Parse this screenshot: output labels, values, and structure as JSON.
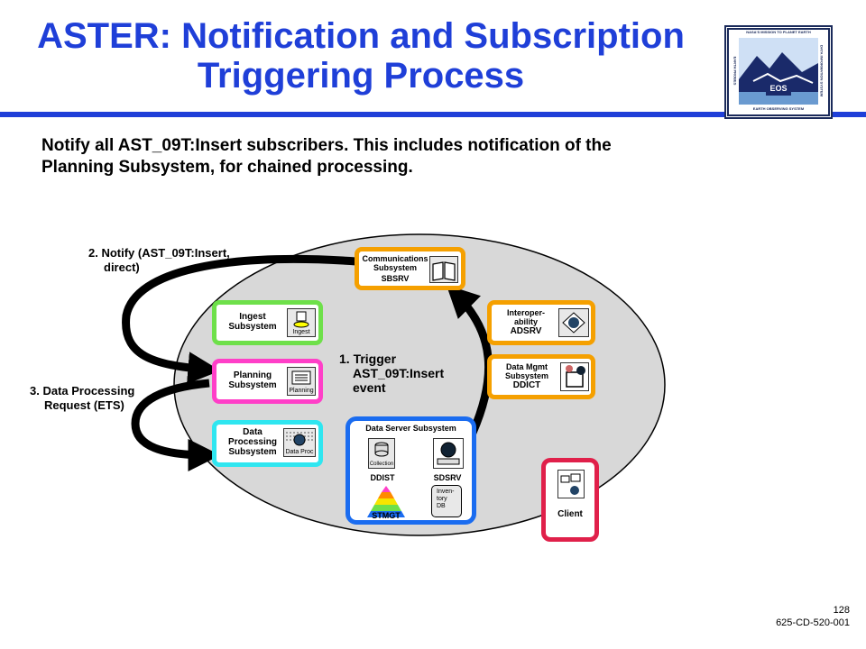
{
  "title": {
    "line1": "ASTER:  Notification and Subscription",
    "line2": "Triggering Process"
  },
  "description": {
    "line1": "Notify all AST_09T:Insert subscribers.  This includes notification of the",
    "line2": "Planning Subsystem, for chained processing."
  },
  "logo": {
    "top": "NASA'S MISSION TO PLANET EARTH",
    "badge": "EOS",
    "bottom": "EARTH OBSERVING SYSTEM",
    "left": "EARTH PROBES",
    "right": "DATA INFORMATION SYSTEM"
  },
  "labels": {
    "step1": {
      "line1": "1. Trigger",
      "line2": "AST_09T:Insert",
      "line3": "event"
    },
    "step2": {
      "line1": "2. Notify (AST_09T:Insert,",
      "line2": "direct)"
    },
    "step3": {
      "line1": "3. Data Processing",
      "line2": "Request (ETS)"
    }
  },
  "boxes": {
    "comm": {
      "line1": "Communications",
      "line2": "Subsystem",
      "line3": "SBSRV"
    },
    "ingest": {
      "line1": "Ingest",
      "line2": "Subsystem",
      "icon": "Ingest"
    },
    "planning": {
      "line1": "Planning",
      "line2": "Subsystem",
      "icon": "Planning"
    },
    "dataproc": {
      "line1": "Data",
      "line2": "Processing",
      "line3": "Subsystem",
      "icon": "Data Proc"
    },
    "interop": {
      "line1": "Interoper-",
      "line2": "ability",
      "line3": "ADSRV"
    },
    "datamgmt": {
      "line1": "Data Mgmt",
      "line2": "Subsystem",
      "line3": "DDICT"
    },
    "dataserver": {
      "title": "Data Server Subsystem",
      "ddist": "DDIST",
      "collection": "Collection",
      "sdsrv": "SDSRV",
      "inventory": {
        "line1": "Inven-",
        "line2": "tory",
        "line3": "DB"
      },
      "stmgt": "STMGT"
    },
    "client": {
      "label": "Client"
    }
  },
  "colors": {
    "title_blue": "#1f3fd8",
    "comm": "#f5a000",
    "ingest": "#6ee04a",
    "planning": "#ff3fc8",
    "dataproc": "#2fe6f0",
    "interop": "#f5a000",
    "datamgmt": "#f5a000",
    "dataserver": "#1a6cf0",
    "client": "#e0204a",
    "ellipse": "#d8d8d8"
  },
  "footer": {
    "page": "128",
    "doc": "625-CD-520-001"
  }
}
